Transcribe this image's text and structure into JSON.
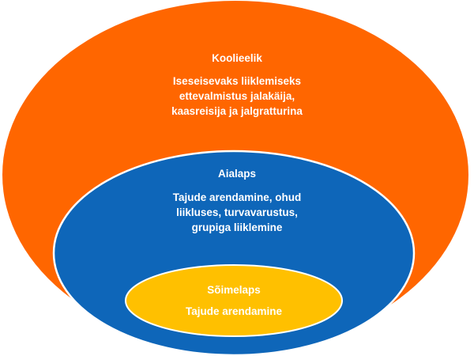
{
  "diagram": {
    "colors": {
      "outer": "#ff6600",
      "middle": "#0e66b9",
      "inner": "#ffc000",
      "outline": "#ffffff",
      "text": "#ffffff"
    },
    "levels": [
      {
        "title": "Koolieelik",
        "description": "Iseseisevaks  liiklemiseks\nettevalmistus jalakäija,\nkaasreisija ja jalgratturina"
      },
      {
        "title": "Aialaps",
        "description": "Tajude arendamine, ohud\nliikluses, turvavarustus,\ngrupiga liiklemine"
      },
      {
        "title": "Sõimelaps",
        "description": "Tajude arendamine"
      }
    ]
  }
}
